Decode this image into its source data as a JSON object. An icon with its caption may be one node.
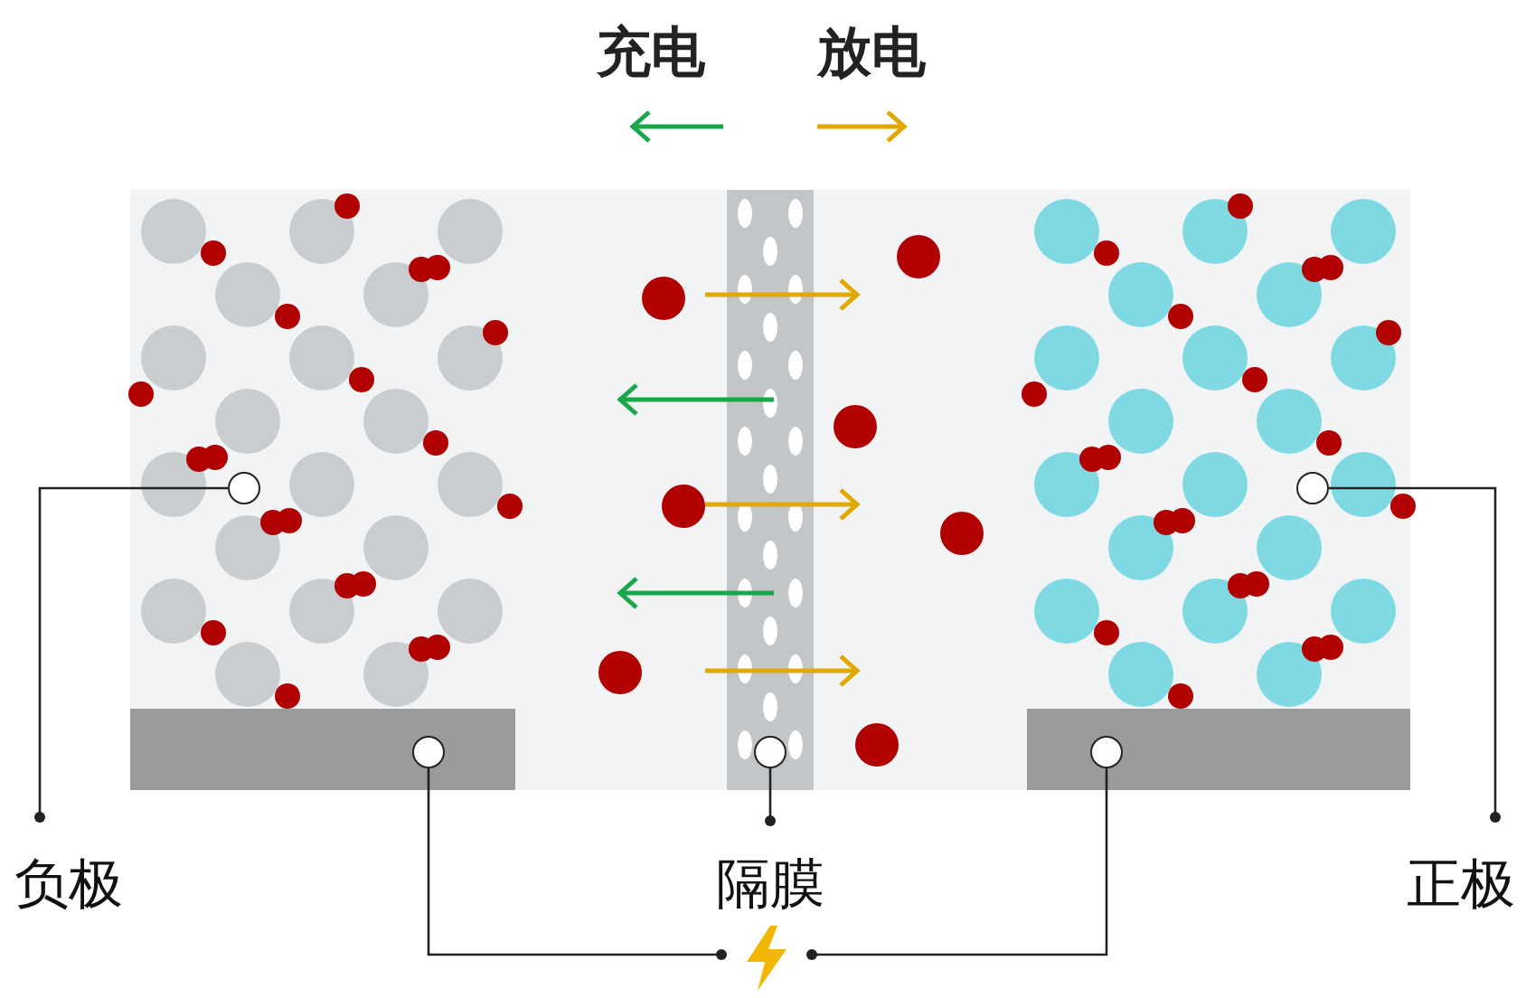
{
  "diagram": {
    "nodes": [
      {
        "text": [
          "负极"
        ]
      },
      {
        "text": [
          "隔膜"
        ]
      },
      {
        "text": [
          "正极"
        ]
      },
      {
        "text": [],
        "shape": "circle"
      },
      {
        "text": [],
        "shape": "circle"
      },
      {
        "text": [],
        "shape": "circle"
      },
      {
        "text": [],
        "shape": "circle"
      },
      {
        "text": [],
        "shape": "circle"
      },
      {
        "text": [],
        "shape": "picture"
      }
    ],
    "edges": [
      {
        "from": 0,
        "to": 3,
        "arrow": "other"
      },
      {
        "from": 1,
        "to": 4,
        "arrow": "other"
      },
      {
        "from": 2,
        "to": 5,
        "arrow": "other"
      },
      {
        "from": 8,
        "to": 6,
        "arrow": "other"
      },
      {
        "from": 8,
        "to": 7,
        "arrow": "other"
      }
    ],
    "labels": [
      "充电",
      "放电"
    ]
  }
}
